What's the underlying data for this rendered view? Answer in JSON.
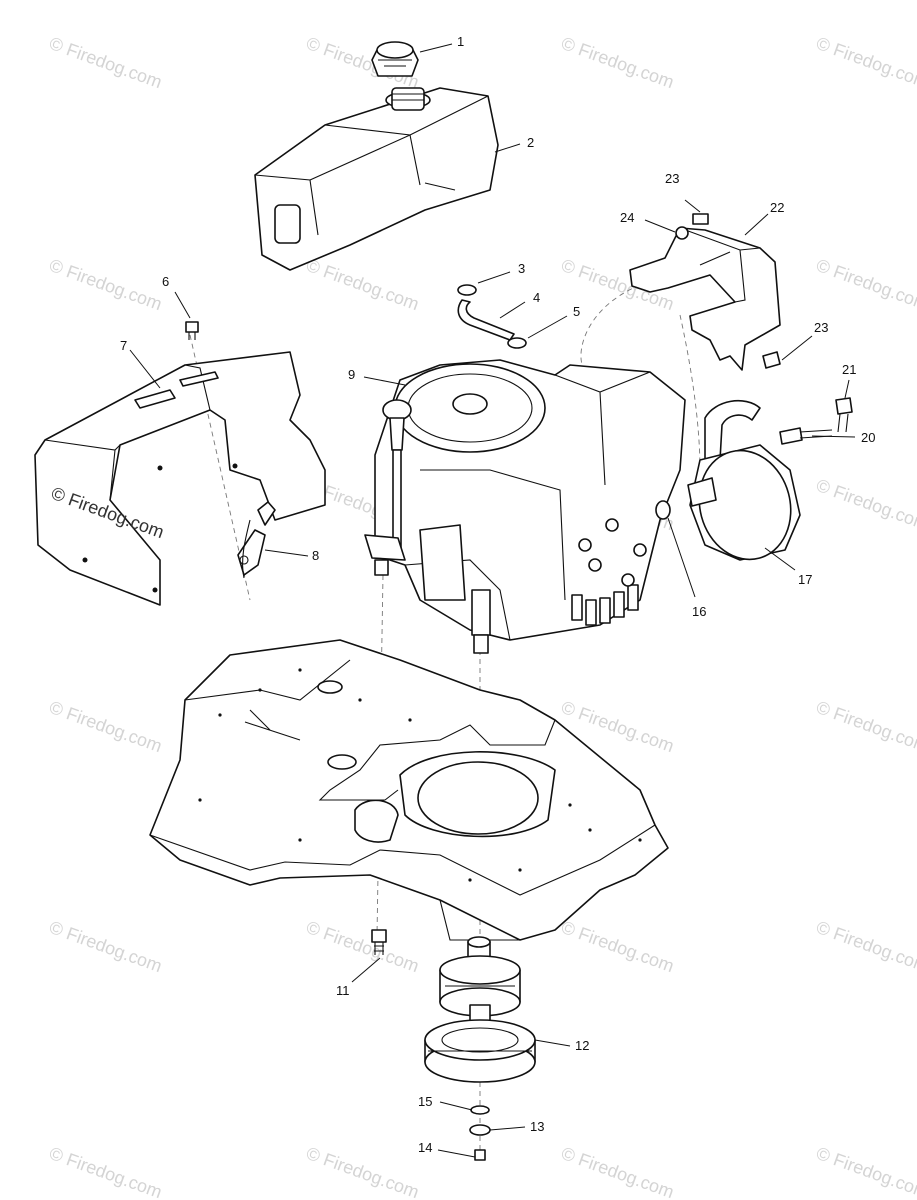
{
  "watermark": {
    "text": "© Firedog.com",
    "color": "#d4d4d4"
  },
  "callouts": [
    {
      "label": "1"
    },
    {
      "label": "2"
    },
    {
      "label": "3"
    },
    {
      "label": "4"
    },
    {
      "label": "5"
    },
    {
      "label": "6"
    },
    {
      "label": "7"
    },
    {
      "label": "8"
    },
    {
      "label": "9"
    },
    {
      "label": "11"
    },
    {
      "label": "12"
    },
    {
      "label": "13"
    },
    {
      "label": "14"
    },
    {
      "label": "15"
    },
    {
      "label": "16"
    },
    {
      "label": "17"
    },
    {
      "label": "20"
    },
    {
      "label": "21"
    },
    {
      "label": "22"
    },
    {
      "label": "23"
    },
    {
      "label": "23"
    },
    {
      "label": "24"
    }
  ]
}
